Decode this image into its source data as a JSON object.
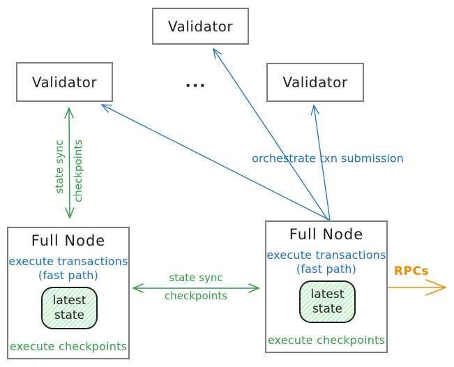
{
  "colors": {
    "green": "#2f9e44",
    "blue": "#1971c2",
    "orange": "#f08c00",
    "ink": "#1e1e1e",
    "box_border": "#7b7b7b",
    "state_fill": "#f4fcf6",
    "state_hatch": "#b2f2bb"
  },
  "nodes": {
    "validator_top": {
      "label": "Validator"
    },
    "validator_left": {
      "label": "Validator"
    },
    "validator_right": {
      "label": "Validator"
    },
    "ellipsis": "...",
    "full_node_left": {
      "title": "Full Node",
      "exec_txn": "execute transactions",
      "fast_path": "(fast path)",
      "state_l1": "latest",
      "state_l2": "state",
      "exec_ckpt": "execute checkpoints"
    },
    "full_node_right": {
      "title": "Full Node",
      "exec_txn": "execute transactions",
      "fast_path": "(fast path)",
      "state_l1": "latest",
      "state_l2": "state",
      "exec_ckpt": "execute checkpoints"
    }
  },
  "edges": {
    "state_sync_left": {
      "line1": "state sync",
      "line2": "checkpoints"
    },
    "state_sync_mid": {
      "line1": "state sync",
      "line2": "checkpoints"
    },
    "orchestrate": {
      "label": "orchestrate txn submission"
    },
    "rpc": {
      "label": "RPCs"
    }
  }
}
